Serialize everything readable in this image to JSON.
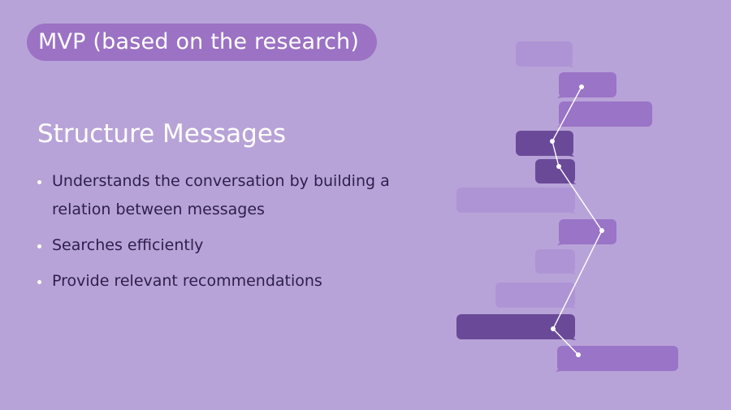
{
  "slide": {
    "title": "MVP (based on the research)",
    "heading": "Structure Messages",
    "bullets": [
      "Understands the conversation by building a relation between messages",
      "Searches efficiently",
      "Provide relevant recommendations"
    ]
  },
  "colors": {
    "background": "#b8a3d8",
    "title_pill": "#9b72c4",
    "bubble_light": "#ae94d5",
    "bubble_mid": "#9a74c7",
    "bubble_dark": "#6a4a98",
    "connector": "#ffffff"
  },
  "illustration": {
    "name": "message-thread-diagram",
    "bubble_count": 11,
    "linked_bubble_count": 6
  }
}
